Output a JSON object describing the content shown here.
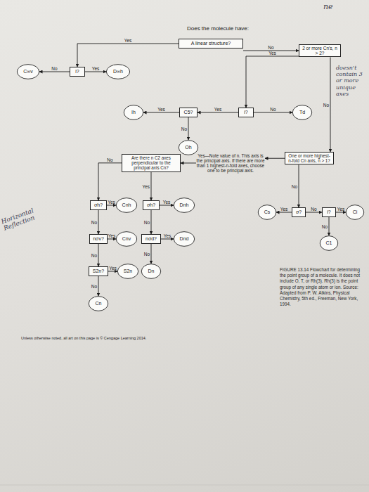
{
  "diagram": {
    "title": "Does the molecule have:",
    "caption": "FIGURE 13.14 Flowchart for determining the point group of a molecule. It does not include O, T, or Rh(3). Rh(3) is the point group of any single atom or ion. Source: Adapted from P. W. Atkins, Physical Chemistry, 5th ed., Freeman, New York, 1994.",
    "nodes": [
      {
        "text": [
          "A linear structure?"
        ]
      },
      {
        "text": [
          "i?"
        ]
      },
      {
        "text": [
          "C∞v"
        ]
      },
      {
        "text": [
          "D∞h"
        ]
      },
      {
        "text": [
          "2 or more Cn's, n > 2?"
        ]
      },
      {
        "text": [
          "i?"
        ]
      },
      {
        "text": [
          "C5?"
        ]
      },
      {
        "text": [
          "Ih"
        ]
      },
      {
        "text": [
          "Oh"
        ]
      },
      {
        "text": [
          "Td"
        ]
      },
      {
        "text": [
          "One or more highest-n-fold Cn axis, n > 1?"
        ]
      },
      {
        "text": [
          "Yes—Note value of n. This axis is the principal axis. If there are more than 1 highest-n-fold axes, choose one to be principal axis."
        ]
      },
      {
        "text": [
          "Are there n C2 axes perpendicular to the principal axis Cn?"
        ]
      },
      {
        "text": [
          "σh?"
        ]
      },
      {
        "text": [
          "Cnh"
        ]
      },
      {
        "text": [
          "nσv?"
        ]
      },
      {
        "text": [
          "Cnv"
        ]
      },
      {
        "text": [
          "S2n?"
        ]
      },
      {
        "text": [
          "S2n"
        ]
      },
      {
        "text": [
          "Cn"
        ]
      },
      {
        "text": [
          "σh?"
        ]
      },
      {
        "text": [
          "Dnh"
        ]
      },
      {
        "text": [
          "nσd?"
        ]
      },
      {
        "text": [
          "Dnd"
        ]
      },
      {
        "text": [
          "Dn"
        ]
      },
      {
        "text": [
          "σ?"
        ]
      },
      {
        "text": [
          "Cs"
        ]
      },
      {
        "text": [
          "i?"
        ]
      },
      {
        "text": [
          "Ci"
        ]
      },
      {
        "text": [
          "C1"
        ]
      }
    ],
    "edges": [
      {
        "from": 0,
        "to": 1,
        "arrow": "to",
        "label": "Yes"
      },
      {
        "from": 0,
        "to": 4,
        "arrow": "to",
        "label": "No"
      },
      {
        "from": 1,
        "to": 2,
        "arrow": "to",
        "label": "No"
      },
      {
        "from": 1,
        "to": 3,
        "arrow": "to",
        "label": "Yes"
      },
      {
        "from": 4,
        "to": 5,
        "arrow": "to",
        "label": "Yes"
      },
      {
        "from": 4,
        "to": 10,
        "arrow": "to",
        "label": "No"
      },
      {
        "from": 5,
        "to": 6,
        "arrow": "to",
        "label": "Yes"
      },
      {
        "from": 5,
        "to": 9,
        "arrow": "to",
        "label": "No"
      },
      {
        "from": 6,
        "to": 7,
        "arrow": "to",
        "label": "Yes"
      },
      {
        "from": 6,
        "to": 8,
        "arrow": "to",
        "label": "No"
      },
      {
        "from": 10,
        "to": 11,
        "arrow": "to"
      },
      {
        "from": 11,
        "to": 12,
        "arrow": "to"
      },
      {
        "from": 10,
        "to": 25,
        "arrow": "to",
        "label": "No"
      },
      {
        "from": 12,
        "to": 13,
        "arrow": "to",
        "label": "No"
      },
      {
        "from": 12,
        "to": 20,
        "arrow": "to",
        "label": "Yes"
      },
      {
        "from": 13,
        "to": 14,
        "arrow": "to",
        "label": "Yes"
      },
      {
        "from": 13,
        "to": 15,
        "arrow": "to",
        "label": "No"
      },
      {
        "from": 15,
        "to": 16,
        "arrow": "to",
        "label": "Yes"
      },
      {
        "from": 15,
        "to": 17,
        "arrow": "to",
        "label": "No"
      },
      {
        "from": 17,
        "to": 18,
        "arrow": "to",
        "label": "Yes"
      },
      {
        "from": 17,
        "to": 19,
        "arrow": "to",
        "label": "No"
      },
      {
        "from": 20,
        "to": 21,
        "arrow": "to",
        "label": "Yes"
      },
      {
        "from": 20,
        "to": 22,
        "arrow": "to",
        "label": "No"
      },
      {
        "from": 22,
        "to": 23,
        "arrow": "to",
        "label": "Yes"
      },
      {
        "from": 22,
        "to": 24,
        "arrow": "to",
        "label": "No"
      },
      {
        "from": 25,
        "to": 26,
        "arrow": "to",
        "label": "Yes"
      },
      {
        "from": 25,
        "to": 27,
        "arrow": "to",
        "label": "No"
      },
      {
        "from": 27,
        "to": 28,
        "arrow": "to",
        "label": "Yes"
      },
      {
        "from": 27,
        "to": 29,
        "arrow": "to",
        "label": "No"
      }
    ],
    "labels": [
      "ne",
      "doesn't contain 3 or more unique axes",
      "Horizontal Reflection",
      "Unless otherwise noted, all art on this page is © Cengage Learning 2014."
    ]
  }
}
